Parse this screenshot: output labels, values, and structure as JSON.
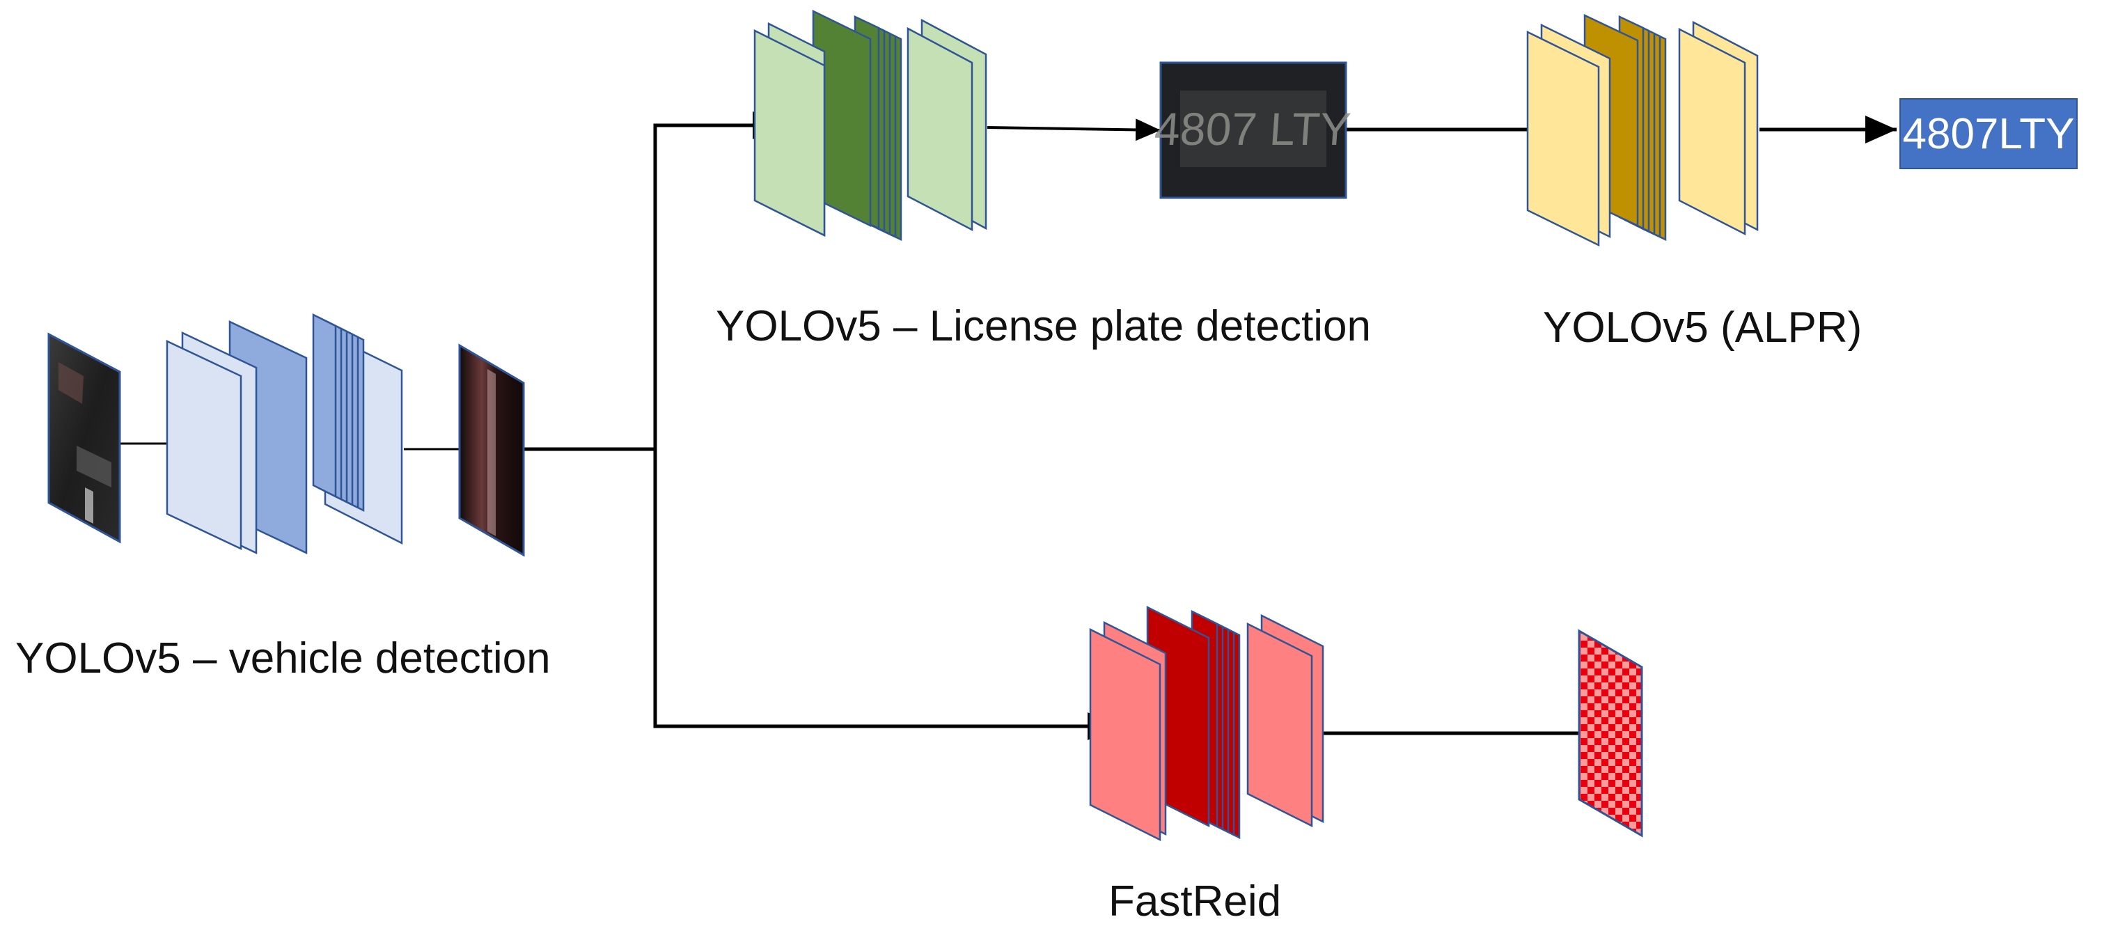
{
  "labels": {
    "vehicle_detection": "YOLOv5 – vehicle detection",
    "plate_detection": "YOLOv5 – License plate detection",
    "alpr": "YOLOv5 (ALPR)",
    "fastreid": "FastReid"
  },
  "output": {
    "plate_text": "4807LTY"
  },
  "plate_crop_text": "4807 LTY",
  "colors": {
    "vehicle_light": "#dae3f3",
    "vehicle_dark": "#8faadc",
    "plate_light": "#c5e0b4",
    "plate_dark": "#548235",
    "alpr_light": "#ffe699",
    "alpr_dark": "#bf9000",
    "reid_light": "#ff8080",
    "reid_dark": "#c00000",
    "output_box": "#4472c4"
  }
}
